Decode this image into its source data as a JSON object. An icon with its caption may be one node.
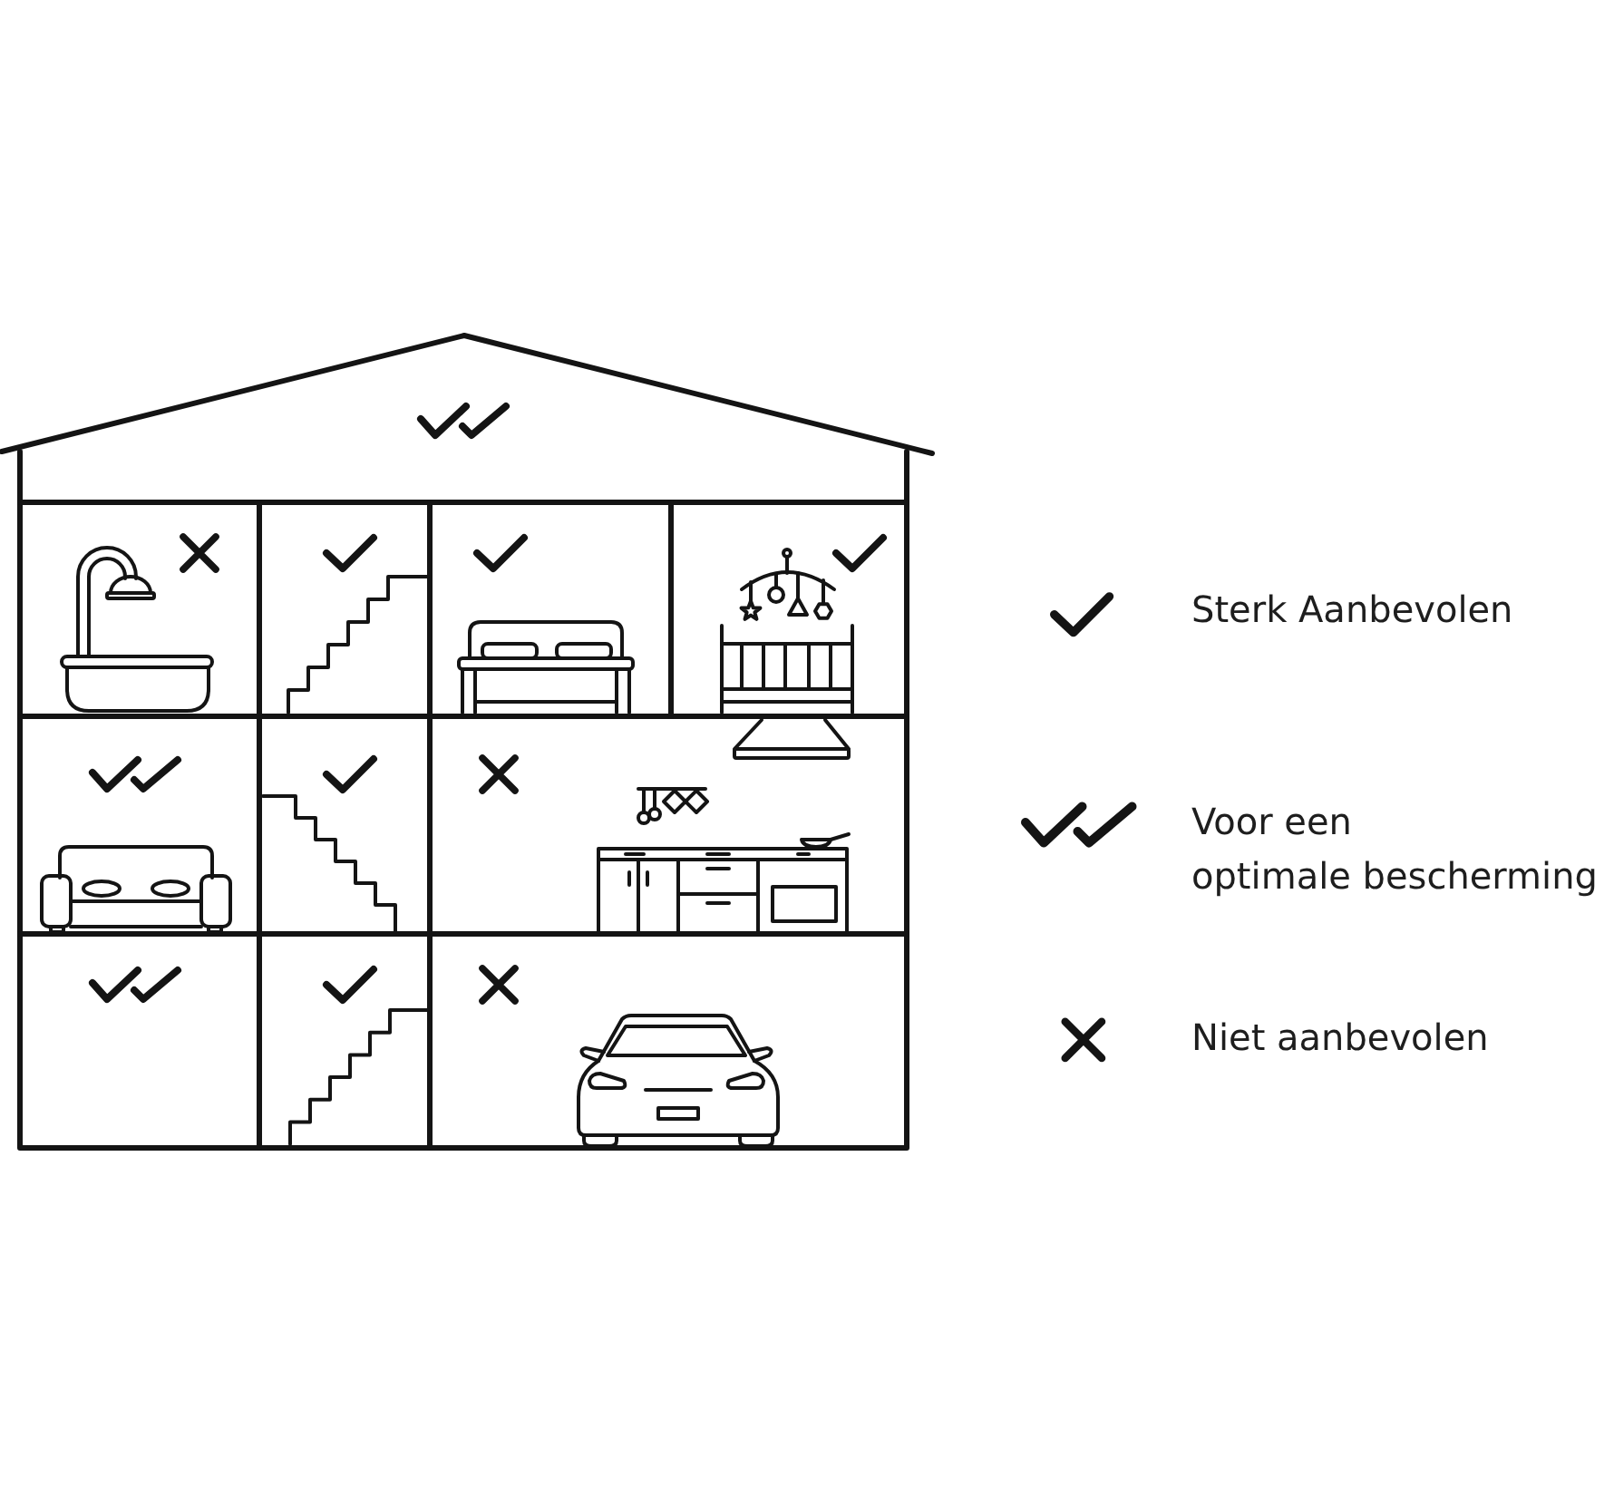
{
  "diagram": {
    "legend": [
      {
        "text": "Sterk Aanbevolen"
      },
      {
        "text": "Voor een optimale bescherming"
      },
      {
        "text": "Niet aanbevolen"
      }
    ]
  }
}
